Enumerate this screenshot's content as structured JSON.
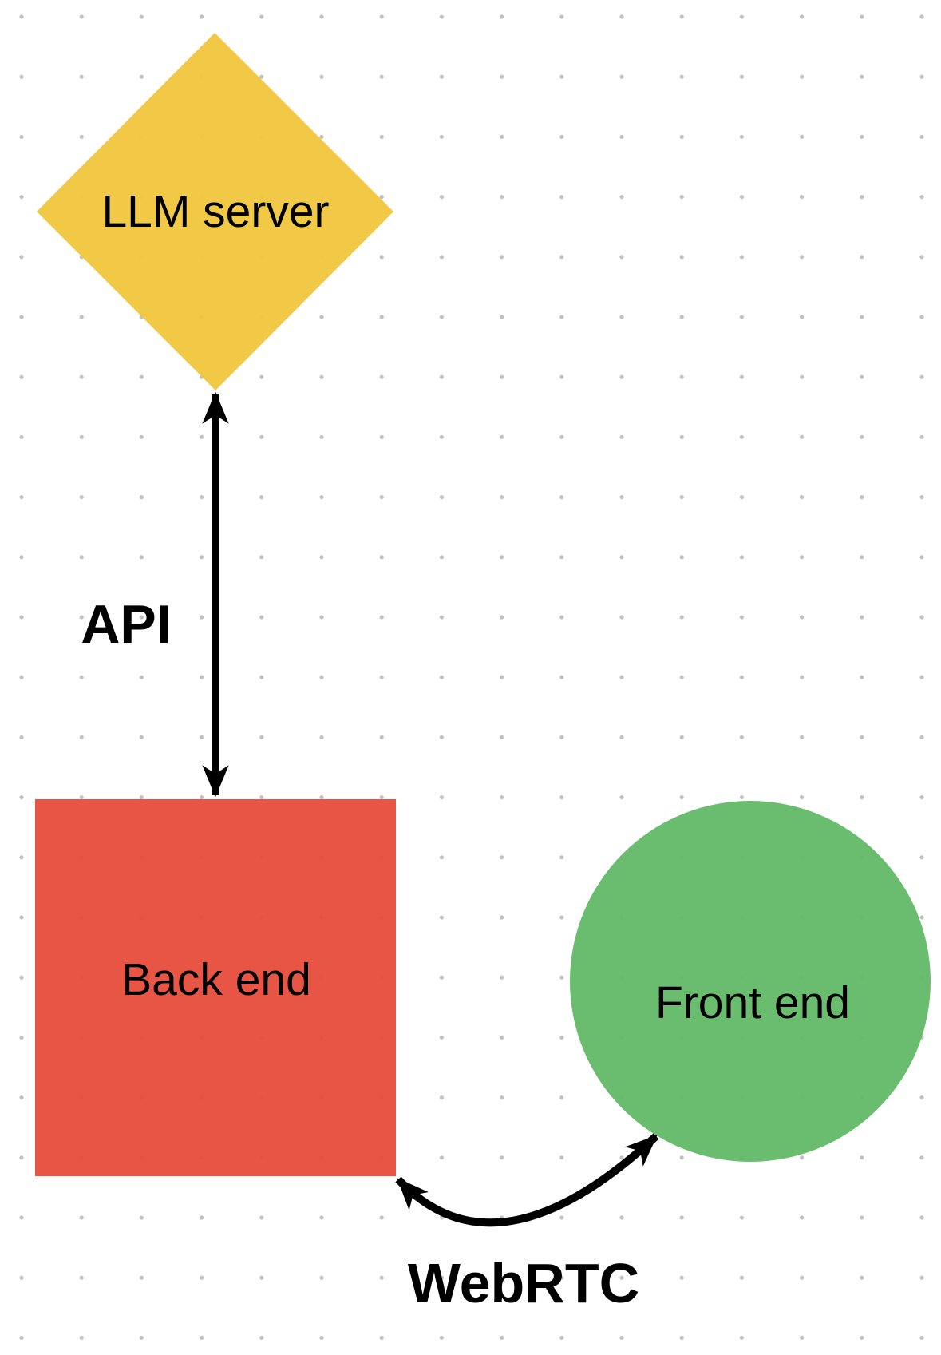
{
  "diagram": {
    "background": {
      "color": "#FFFFFF",
      "dot_color": "#C1C1C1"
    },
    "nodes": {
      "llm_server": {
        "label": "LLM server",
        "shape": "diamond",
        "color": "#F0C63D"
      },
      "back_end": {
        "label": "Back end",
        "shape": "square",
        "color": "#E84C3B"
      },
      "front_end": {
        "label": "Front end",
        "shape": "circle",
        "color": "#62B966"
      }
    },
    "edges": {
      "api": {
        "label": "API",
        "style": "straight-double-arrow",
        "color": "#000000"
      },
      "webrtc": {
        "label": "WebRTC",
        "style": "curved-double-arrow",
        "color": "#000000"
      }
    }
  }
}
